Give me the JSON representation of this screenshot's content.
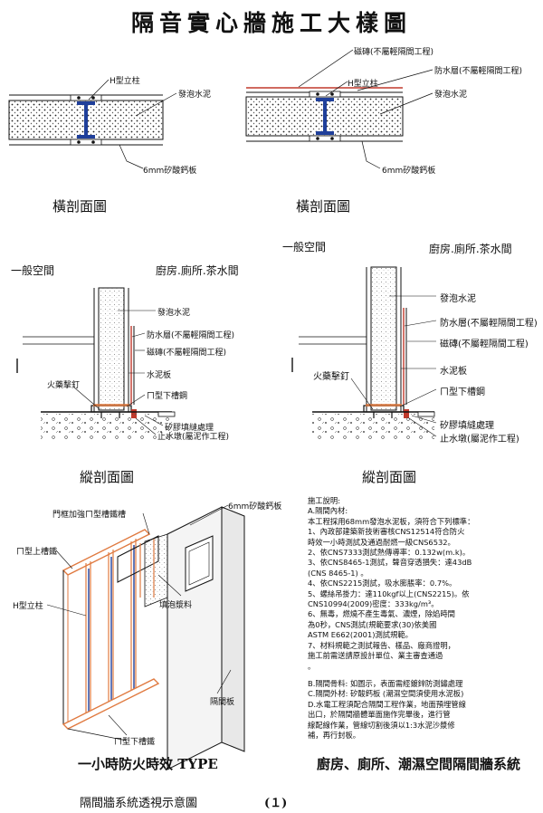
{
  "title": "隔音實心牆施工大樣圖",
  "section_captions": {
    "top_left": "橫剖面圖",
    "top_right": "橫剖面圖",
    "mid_left": "縱剖面圖",
    "mid_right": "縱剖面圖"
  },
  "labels": {
    "h_post": "H型立柱",
    "foam_cement": "發泡水泥",
    "board_6mm": "6mm矽酸鈣板",
    "tile": "磁磚(不屬輕隔間工程)",
    "waterproof": "防水層(不屬輕隔間工程)",
    "cement_board": "水泥板",
    "fire_nail": "火藥擊釘",
    "u_track": "ㄇ型下槽鋼",
    "silicone": "矽膠填縫處理",
    "curb": "止水墩(屬泥作工程)",
    "general_space": "一般空間",
    "wet_space": "廚房.廁所.茶水間"
  },
  "perspective_labels": {
    "top_track": "ㄇ型上槽鐵",
    "door_frame": "門框加強ㄇ型槽鐵槽",
    "board": "6mm矽酸鈣板",
    "h_post": "H型立柱",
    "fill": "填泡漿料",
    "bottom_track": "ㄇ型下槽鐵",
    "partition": "隔間板"
  },
  "notes": {
    "heading": "施工說明:",
    "a_title": "A.隔間內材:",
    "lines": [
      "本工程採用68mm發泡水泥板，須符合下列標準：",
      "1、內政部建築新技術審核CNS12514符合防火",
      "   時效一小時測試及通過耐燃一級CNS6532。",
      "2、依CNS7333測試熱傳導率：0.132w(m.k)。",
      "3、依CNS8465-1測試，聲音穿透損失：達43dB",
      "   (CNS 8465-1) 。",
      "4、依CNS2215測試，吸水膨脹率：0.7%。",
      "5、螺絲吊掛力：達110kgf以上(CNS2215)。依",
      "   CNS10994(2009)密度：333kg/m³。",
      "6、無毒，燃燒不產生毒氣、濃煙，除焰時間",
      "   為0秒，CNS測試(規範要求(30)依美國",
      "   ASTM E662(2001)測試規範。",
      "7、材料規範之測試報告、樣品、廠商證明，",
      "   施工前需送請原設計單位、業主審查通過",
      "   。"
    ],
    "b_line": "B.隔間骨料: 如圖示，表面需經鍍鋅防測鏽處理",
    "c_line": "C.隔間外材: 矽酸鈣板 (潮濕空間須使用水泥板)",
    "d_lines": [
      "D.水電工程須配合隔間工程作業，地面預埋管線",
      "   出口，於隔間牆體單面施作完畢後，進行管",
      "   線配線作業，管線切割後須以1:3水泥沙漿修",
      "   補，再行封板。"
    ]
  },
  "bottom_captions": {
    "left": "一小時防火時效 TYPE",
    "right": "廚房、廁所、潮濕空間隔間牆系統"
  },
  "footer": {
    "text": "隔間牆系統透視示意圖",
    "page": "(１)"
  },
  "colors": {
    "line": "#111111",
    "accent": "#c0392b",
    "post": "#1f3f9a",
    "track": "#e07a40"
  }
}
